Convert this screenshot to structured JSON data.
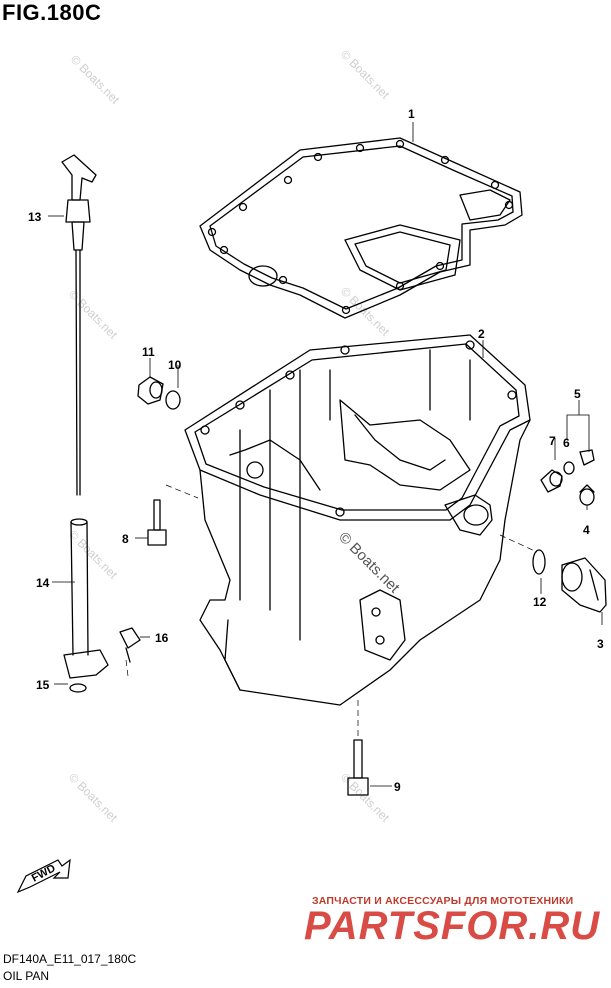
{
  "figure": {
    "title": "FIG.180C",
    "code": "DF140A_E11_017_180C",
    "name": "OIL PAN"
  },
  "callouts": [
    {
      "id": "1",
      "part": "gasket"
    },
    {
      "id": "2",
      "part": "oil-pan"
    },
    {
      "id": "3",
      "part": "plug"
    },
    {
      "id": "4",
      "part": "plug"
    },
    {
      "id": "5",
      "part": "group"
    },
    {
      "id": "6",
      "part": "washer"
    },
    {
      "id": "7",
      "part": "plug"
    },
    {
      "id": "8",
      "part": "bolt"
    },
    {
      "id": "9",
      "part": "bolt"
    },
    {
      "id": "10",
      "part": "gasket"
    },
    {
      "id": "11",
      "part": "plug"
    },
    {
      "id": "12",
      "part": "o-ring"
    },
    {
      "id": "13",
      "part": "dipstick"
    },
    {
      "id": "14",
      "part": "guide-tube"
    },
    {
      "id": "15",
      "part": "o-ring"
    },
    {
      "id": "16",
      "part": "bolt"
    }
  ],
  "direction_badge": "FWD",
  "watermark": {
    "text": "© Boats.net"
  },
  "branding": {
    "caption": "ЗАПЧАСТИ И АКСЕССУАРЫ ДЛЯ МОТОТЕХНИКИ",
    "brand": "PARTSFOR.RU",
    "color": "#d94b45"
  }
}
